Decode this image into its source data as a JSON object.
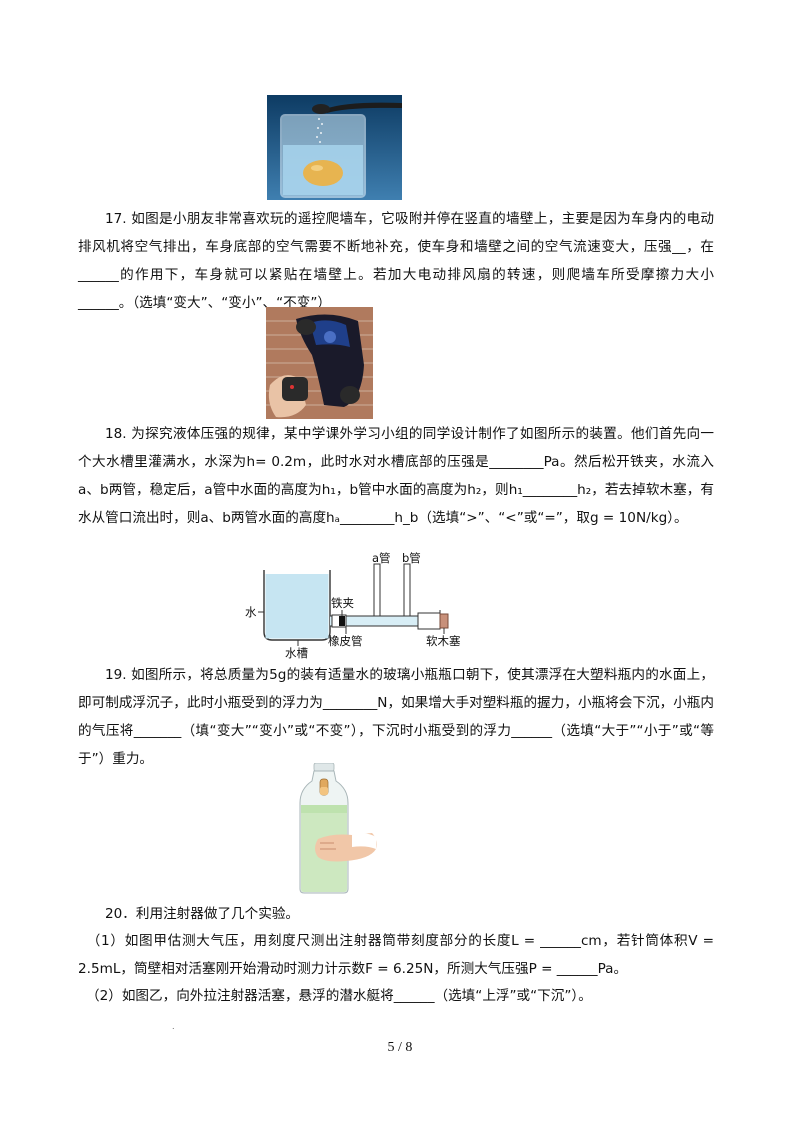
{
  "q17": {
    "text": "17. 如图是小朋友非常喜欢玩的遥控爬墙车，它吸附并停在竖直的墙壁上，主要是因为车身内的电动排风机将空气排出，车身底部的空气需要不断地补充，使车身和墙壁之间的空气流速变大，压强__，在______的作用下，车身就可以紧贴在墙壁上。若加大电动排风扇的转速，则爬墙车所受摩擦力大小______。（选填“变大”、“变小”、“不变”）"
  },
  "q18": {
    "text": "18. 为探究液体压强的规律，某中学课外学习小组的同学设计制作了如图所示的装置。他们首先向一个大水槽里灌满水，水深为h= 0.2m，此时水对水槽底部的压强是________Pa。然后松开铁夹，水流入a、b两管，稳定后，a管中水面的高度为h₁，b管中水面的高度为h₂，则h₁________h₂，若去掉软木塞，有水从管口流出时，则a、b两管水面的高度hₐ________h_b（选填“>”、“<”或“=”，取g = 10N/kg）。",
    "diagram_labels": {
      "tube_a": "a管",
      "tube_b": "b管",
      "water": "水",
      "tank": "水槽",
      "clip": "铁夹",
      "rubber_tube": "橡皮管",
      "cork": "软木塞"
    }
  },
  "q19": {
    "text": "19. 如图所示，将总质量为5g的装有适量水的玻璃小瓶瓶口朝下，使其漂浮在大塑料瓶内的水面上，即可制成浮沉子，此时小瓶受到的浮力为________N，如果增大手对塑料瓶的握力，小瓶将会下沉，小瓶内的气压将_______（填“变大”“变小”或“不变”），下沉时小瓶受到的浮力______（选填“大于”“小于”或“等于”）重力。"
  },
  "q20": {
    "intro": "20．利用注射器做了几个实验。",
    "part1": "（1）如图甲估测大气压，用刻度尺测出注射器筒带刻度部分的长度L = ______cm，若针筒体积V = 2.5mL，筒壁相对活塞刚开始滑动时测力计示数F = 6.25N，所测大气压强P = ______Pa。",
    "part2": "（2）如图乙，向外拉注射器活塞，悬浮的潜水艇将______（选填“上浮”或“下沉”）。"
  },
  "footer": {
    "page": "5 / 8"
  },
  "marks": {
    "dot": "."
  },
  "colors": {
    "water": "#bfe3ef",
    "wall": "#8a5a44",
    "bottle_liquid": "#cde8c0"
  }
}
